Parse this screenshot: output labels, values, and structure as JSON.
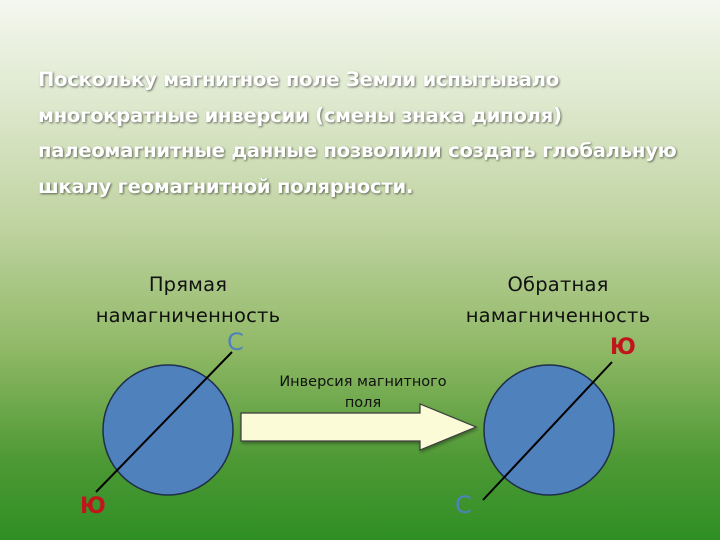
{
  "title": "Поскольку магнитное поле Земли испытывало многократные инверсии  (смены знака диполя) палеомагнитные данные позволили создать глобальную шкалу геомагнитной полярности.",
  "left_block": {
    "label_line1": "Прямая",
    "label_line2": "намагниченность",
    "top_pole": "С",
    "bottom_pole": "Ю"
  },
  "right_block": {
    "label_line1": "Обратная",
    "label_line2": "намагниченность",
    "top_pole": "Ю",
    "bottom_pole": "С"
  },
  "arrow": {
    "caption_line1": "Инверсия магнитного",
    "caption_line2": "поля"
  },
  "colors": {
    "sphere_fill": "#4f81bd",
    "sphere_stroke": "#1f2e4a",
    "pole_C": "#4f81bd",
    "pole_Yu": "#c0151b",
    "arrow_fill": "#fbfbd8",
    "title_text": "#ffffff"
  }
}
